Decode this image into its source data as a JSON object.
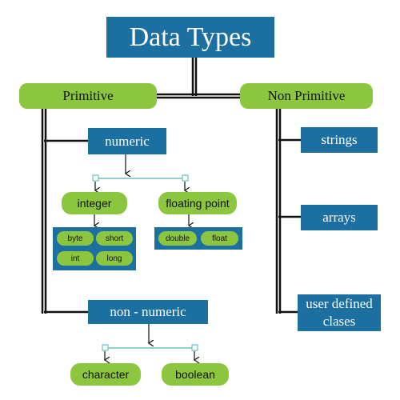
{
  "diagram": {
    "title": "Data Types",
    "primitive": "Primitive",
    "non_primitive": "Non Primitive",
    "numeric": "numeric",
    "integer": "integer",
    "floating_point": "floating point",
    "integer_types": [
      "byte",
      "short",
      "int",
      "long"
    ],
    "floating_types": [
      "double",
      "float"
    ],
    "non_numeric": "non - numeric",
    "character": "character",
    "boolean": "boolean",
    "strings": "strings",
    "arrays": "arrays",
    "user_defined_line1": "user defined",
    "user_defined_line2": "clases"
  },
  "colors": {
    "blue": "#1b6fa1",
    "green": "#8cc63f",
    "connector": "#111111",
    "teal": "#4fb3b3"
  }
}
